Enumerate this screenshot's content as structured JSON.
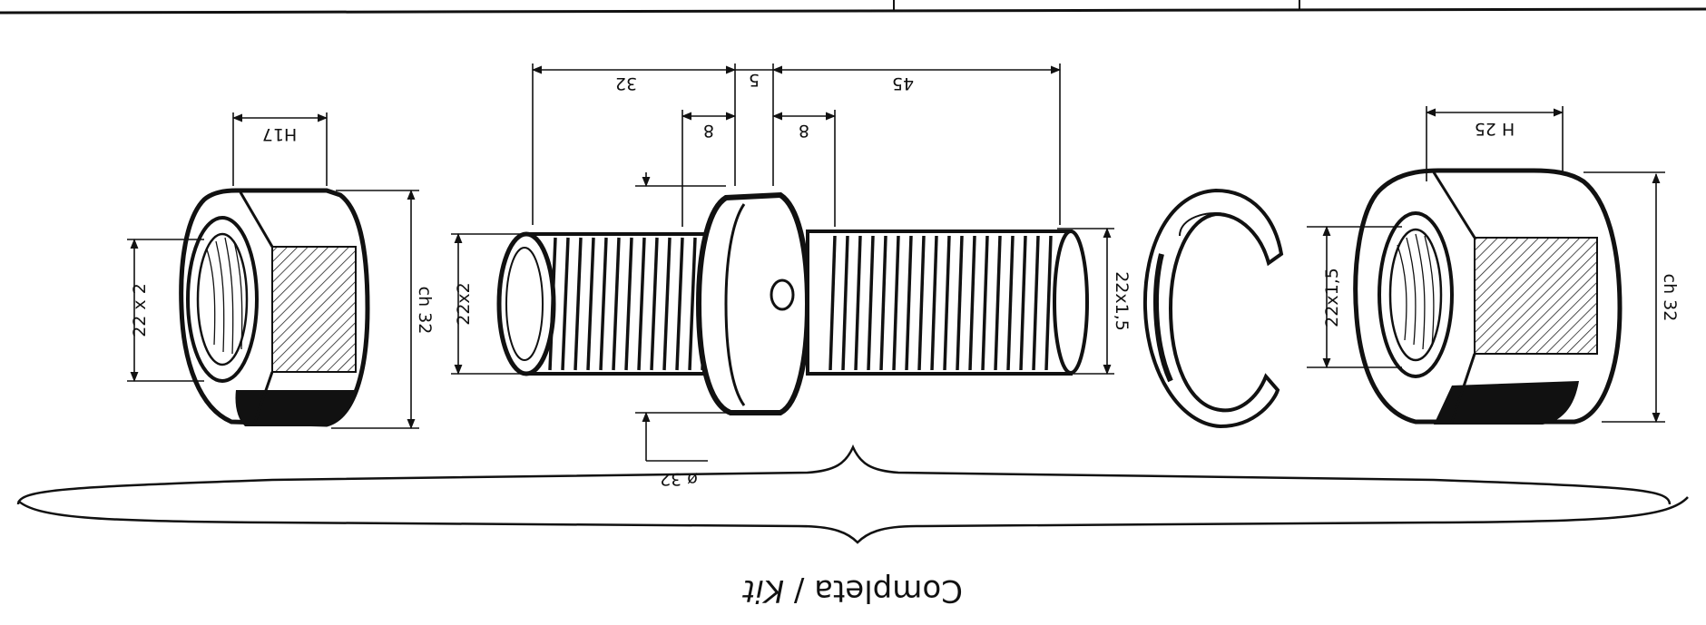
{
  "diagram": {
    "caption": {
      "prefix": "Completa / ",
      "italic": "Kit"
    },
    "parts": [
      {
        "id": "nut-left",
        "dims": {
          "thread": "22 x 2",
          "wrench": "ch 32",
          "height": "H17"
        }
      },
      {
        "id": "stud",
        "dims": {
          "thread_left": "22x2",
          "thread_right": "22x1,5",
          "len_left": "32",
          "collar": "5",
          "len_right": "45",
          "rec_left": "8",
          "rec_right": "8",
          "diameter": "ø 32"
        }
      },
      {
        "id": "split-washer"
      },
      {
        "id": "nut-right",
        "dims": {
          "thread": "22x1,5",
          "wrench": "ch 32",
          "height": "H 25"
        }
      }
    ]
  },
  "colors": {
    "ink": "#111111",
    "paper": "#ffffff"
  }
}
